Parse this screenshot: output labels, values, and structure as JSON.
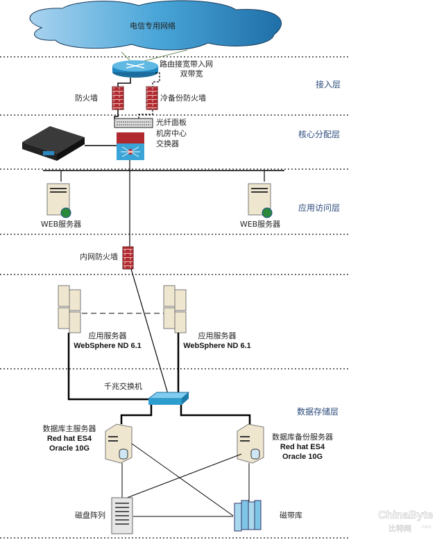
{
  "cloud": {
    "label": "电信专用网络"
  },
  "layers": {
    "access": "接入层",
    "core": "核心分配层",
    "app_access": "应用访问层",
    "storage": "数据存储层"
  },
  "nodes": {
    "router": {
      "line1": "路由接宽带入网",
      "line2": "双带宽"
    },
    "firewall": "防火墙",
    "backup_firewall": "冷备份防火墙",
    "core_switch": {
      "line1": "光纤面板",
      "line2": "机房中心",
      "line3": "交换器"
    },
    "web_server_left": "WEB服务器",
    "web_server_right": "WEB服务器",
    "intranet_firewall": "内网防火墙",
    "app_server_left": {
      "line1": "应用服务器",
      "line2": "WebSphere ND 6.1"
    },
    "app_server_right": {
      "line1": "应用服务器",
      "line2": "WebSphere ND 6.1"
    },
    "gigabit_switch": "千兆交换机",
    "db_main": {
      "line1": "数据库主服务器",
      "line2": "Red hat ES4",
      "line3": "Oracle 10G"
    },
    "db_backup": {
      "line1": "数据库备份服务器",
      "line2": "Red hat ES4",
      "line3": "Oracle 10G"
    },
    "disk_array": "磁盘阵列",
    "tape_library": "磁带库"
  },
  "watermark": {
    "line1": "ChinaByte",
    "line2": "比特网",
    "suffix": ".com"
  },
  "colors": {
    "cloud": "#3a9ad0",
    "firewall": "#b02a30",
    "switch": "#2d9ccf",
    "server": "#efe6cf",
    "layer_text": "#2a4a7a"
  }
}
